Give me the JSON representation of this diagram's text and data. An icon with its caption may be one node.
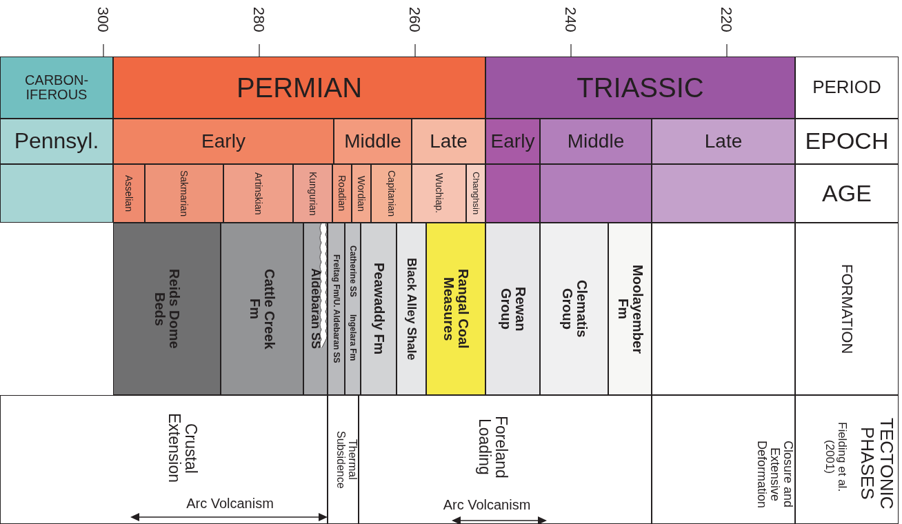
{
  "diagram": {
    "labels": [
      "300",
      "280",
      "260",
      "240",
      "220",
      "CARBON- IFEROUS",
      "PERMIAN",
      "TRIASSIC",
      "PERIOD",
      "Pennsyl.",
      "Early",
      "Middle",
      "Late",
      "Early",
      "Middle",
      "Late",
      "EPOCH",
      "Asselian",
      "Sakmarian",
      "Artinskian",
      "Kungurian",
      "Roadian",
      "Wordian",
      "Capitanian",
      "Wuchiap.",
      "Changhsin",
      "AGE",
      "Reids Dome Beds",
      "Cattle Creek Fm",
      "Aldebaran SS",
      "Freitag Fm/U. Aldebaran SS",
      "Catherine SS",
      "Ingelara Fm",
      "Peawaddy Fm",
      "Black Alley Shale",
      "Rangal Coal Measures",
      "Rewan Group",
      "Clematis Group",
      "Moolayember Fm",
      "FORMATION",
      "Crustal Extension",
      "Thermal Subsidence",
      "Foreland Loading",
      "Closure and Extensive Deformation",
      "Fielding et al. (2001)",
      "TECTONIC PHASES",
      "Arc Volcanism",
      "Arc Volcanism"
    ]
  }
}
